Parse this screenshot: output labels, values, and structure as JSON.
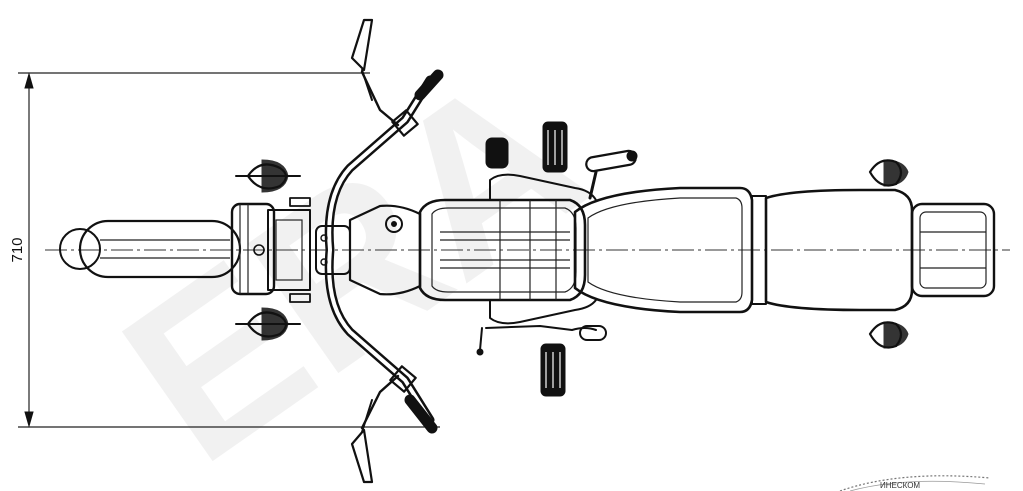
{
  "dimension": {
    "value": "710"
  },
  "watermark": {
    "text": "ERA"
  },
  "stamp": {
    "text": "ИНЕСКОМ"
  },
  "colors": {
    "ink": "#111111",
    "paper": "#ffffff"
  }
}
